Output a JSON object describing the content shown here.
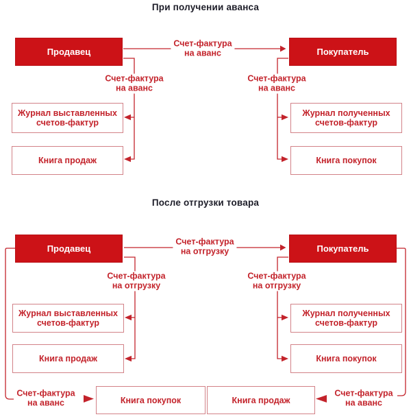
{
  "colors": {
    "actor_fill_red": "#cc1217",
    "line_red": "#c3232b",
    "box_border_red": "#d28187",
    "title_black": "#1d1d28",
    "background": "#ffffff"
  },
  "d1": {
    "title": "При получении аванса",
    "seller": "Продавец",
    "buyer": "Покупатель",
    "center_label": {
      "l1": "Счет-фактура",
      "l2": "на аванс"
    },
    "seller_branch_label": {
      "l1": "Счет-фактура",
      "l2": "на аванс"
    },
    "buyer_branch_label": {
      "l1": "Счет-фактура",
      "l2": "на аванс"
    },
    "seller_journal": {
      "l1": "Журнал выставленных",
      "l2": "счетов-фактур"
    },
    "seller_book": "Книга продаж",
    "buyer_journal": {
      "l1": "Журнал полученных",
      "l2": "счетов-фактур"
    },
    "buyer_book": "Книга покупок"
  },
  "d2": {
    "title": "После отгрузки товара",
    "seller": "Продавец",
    "buyer": "Покупатель",
    "center_label": {
      "l1": "Счет-фактура",
      "l2": "на отгрузку"
    },
    "seller_branch_label": {
      "l1": "Счет-фактура",
      "l2": "на отгрузку"
    },
    "buyer_branch_label": {
      "l1": "Счет-фактура",
      "l2": "на отгрузку"
    },
    "seller_journal": {
      "l1": "Журнал выставленных",
      "l2": "счетов-фактур"
    },
    "seller_book": "Книга продаж",
    "buyer_journal": {
      "l1": "Журнал полученных",
      "l2": "счетов-фактур"
    },
    "buyer_book": "Книга покупок",
    "bottom_left_label": {
      "l1": "Счет-фактура",
      "l2": "на аванс"
    },
    "bottom_buyer_book": "Книга покупок",
    "bottom_seller_book": "Книга продаж",
    "bottom_right_label": {
      "l1": "Счет-фактура",
      "l2": "на аванс"
    }
  }
}
